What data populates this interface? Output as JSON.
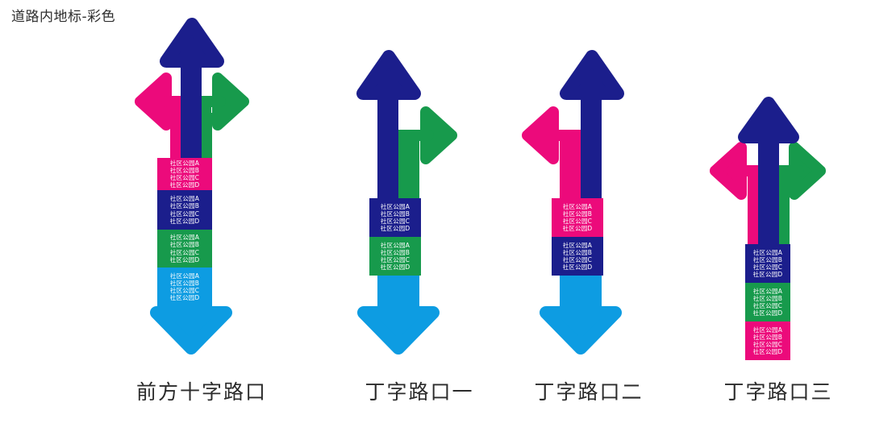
{
  "page": {
    "title": "道路内地标-彩色",
    "background_color": "#ffffff"
  },
  "palette": {
    "navy": "#1B1E8C",
    "pink": "#EC0A7B",
    "green": "#179A4C",
    "cyan": "#0D9CE2",
    "text_on_plate": "#ffffff",
    "caption_color": "#2b2b2b"
  },
  "plate_lines": [
    "社区公园A",
    "社区公园B",
    "社区公园C",
    "社区公园D"
  ],
  "figures": [
    {
      "id": "crossroad-ahead",
      "caption": "前方十字路口",
      "arrows": [
        {
          "name": "up-arrow",
          "direction": "up",
          "color": "#1B1E8C"
        },
        {
          "name": "left-arrow",
          "direction": "left",
          "color": "#EC0A7B"
        },
        {
          "name": "right-arrow",
          "direction": "right",
          "color": "#179A4C"
        },
        {
          "name": "down-arrow",
          "direction": "down",
          "color": "#0D9CE2"
        }
      ],
      "plates": [
        {
          "name": "plate-pink",
          "color": "#EC0A7B",
          "lines": [
            "社区公园A",
            "社区公园B",
            "社区公园C",
            "社区公园D"
          ]
        },
        {
          "name": "plate-navy",
          "color": "#1B1E8C",
          "lines": [
            "社区公园A",
            "社区公园B",
            "社区公园C",
            "社区公园D"
          ]
        },
        {
          "name": "plate-green",
          "color": "#179A4C",
          "lines": [
            "社区公园A",
            "社区公园B",
            "社区公园C",
            "社区公园D"
          ]
        },
        {
          "name": "plate-cyan",
          "color": "#0D9CE2",
          "lines": [
            "社区公园A",
            "社区公园B",
            "社区公园C",
            "社区公园D"
          ]
        }
      ]
    },
    {
      "id": "t-junction-one",
      "caption": "丁字路口一",
      "arrows": [
        {
          "name": "up-arrow",
          "direction": "up",
          "color": "#1B1E8C"
        },
        {
          "name": "right-arrow",
          "direction": "right",
          "color": "#179A4C"
        },
        {
          "name": "down-arrow",
          "direction": "down",
          "color": "#0D9CE2"
        }
      ],
      "plates": [
        {
          "name": "plate-navy",
          "color": "#1B1E8C",
          "lines": [
            "社区公园A",
            "社区公园B",
            "社区公园C",
            "社区公园D"
          ]
        },
        {
          "name": "plate-green",
          "color": "#179A4C",
          "lines": [
            "社区公园A",
            "社区公园B",
            "社区公园C",
            "社区公园D"
          ]
        }
      ]
    },
    {
      "id": "t-junction-two",
      "caption": "丁字路口二",
      "arrows": [
        {
          "name": "up-arrow",
          "direction": "up",
          "color": "#1B1E8C"
        },
        {
          "name": "left-arrow",
          "direction": "left",
          "color": "#EC0A7B"
        },
        {
          "name": "down-arrow",
          "direction": "down",
          "color": "#0D9CE2"
        }
      ],
      "plates": [
        {
          "name": "plate-pink",
          "color": "#EC0A7B",
          "lines": [
            "社区公园A",
            "社区公园B",
            "社区公园C",
            "社区公园D"
          ]
        },
        {
          "name": "plate-navy",
          "color": "#1B1E8C",
          "lines": [
            "社区公园A",
            "社区公园B",
            "社区公园C",
            "社区公园D"
          ]
        }
      ]
    },
    {
      "id": "t-junction-three",
      "caption": "丁字路口三",
      "arrows": [
        {
          "name": "up-arrow",
          "direction": "up",
          "color": "#1B1E8C"
        },
        {
          "name": "left-arrow",
          "direction": "left",
          "color": "#EC0A7B"
        },
        {
          "name": "right-arrow",
          "direction": "right",
          "color": "#179A4C"
        }
      ],
      "plates": [
        {
          "name": "plate-navy",
          "color": "#1B1E8C",
          "lines": [
            "社区公园A",
            "社区公园B",
            "社区公园C",
            "社区公园D"
          ]
        },
        {
          "name": "plate-green",
          "color": "#179A4C",
          "lines": [
            "社区公园A",
            "社区公园B",
            "社区公园C",
            "社区公园D"
          ]
        },
        {
          "name": "plate-pink",
          "color": "#EC0A7B",
          "lines": [
            "社区公园A",
            "社区公园B",
            "社区公园C",
            "社区公园D"
          ]
        }
      ]
    }
  ]
}
